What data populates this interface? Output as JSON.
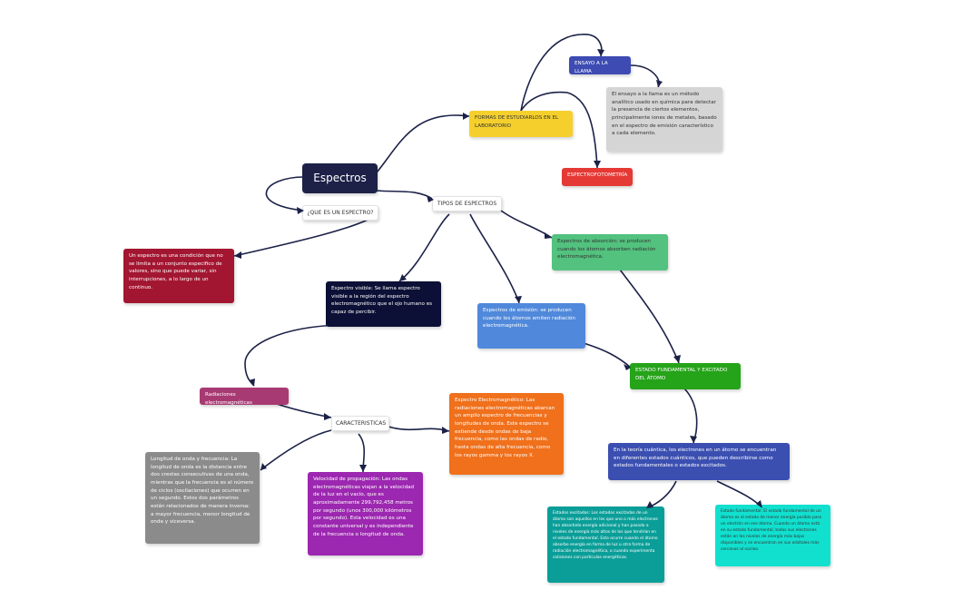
{
  "colors": {
    "title": "#1d2148",
    "estudiarlos": "#f5d02d",
    "llama": "#3d4bb3",
    "llama_desc": "#d5d5d5",
    "espectrofotometria": "#e53935",
    "espectro_def": "#a31631",
    "visible": "#0c1036",
    "absorcion": "#52c27e",
    "emision": "#5089db",
    "estado": "#25a319",
    "estado_desc": "#3b4fb1",
    "excitado": "#0b9e98",
    "fundamental": "#11e0cf",
    "radiaciones": "#a83a73",
    "electromagnetico": "#f0701b",
    "longitud": "#8b8b8b",
    "velocidad": "#9c27b0",
    "connector": "#1b2147"
  },
  "nodes": {
    "title": "Espectros",
    "que_es": "¿QUE ES UN ESPECTRO?",
    "espectro_def": "Un espectro es una condición que no se limita a un conjunto especifico de valores, sino que puede variar, sin interrupciones, a lo largo de un continuo.",
    "tipos": "TIPOS DE ESPECTROS",
    "estudiarlos": "FORMAS DE ESTUDIARLOS EN EL LABORATORIO",
    "llama": "ENSAYO A LA LLAMA",
    "llama_desc": "El ensayo a la llama es un método analítico usado en química para detectar la presencia de ciertos elementos, principalmente iones de metales, basado en el espectro de emisión característico a cada elemento.",
    "espectrofotometria": "ESPECTROFOTOMETRÍA",
    "visible": "Espectro visible: Se llama espectro visible a la región del espectro electromagnético que el ojo humano es capaz de percibir.",
    "absorcion": "Espectros de absorción: se producen cuando los átomos absorben radiación electromagnética.",
    "emision": "Espectros de emisión: se producen cuando los átomos emiten radiación electromagnética.",
    "estado": "ESTADO FUNDAMENTAL Y EXCITADO DEL ÁTOMO",
    "estado_desc": "En la teoría cuántica, los electrones en un átomo se encuentran en diferentes estados cuánticos, que pueden describirse como estados fundamentales o estados excitados.",
    "excitado": "Estados excitados: Los estados excitados de un átomo son aquellos en los que uno o más electrones han absorbido energía adicional y han pasado a niveles de energía más altos de los que tendrían en el estado fundamental. Esto ocurre cuando el átomo absorbe energía en forma de luz u otra forma de radiación electromagnética, o cuando experimenta colisiones con partículas energéticas.",
    "fundamental": "Estado fundamental: El estado fundamental de un átomo es el estado de menor energía posible para un electrón en ese átomo. Cuando un átomo está en su estado fundamental, todos sus electrones están en los niveles de energía más bajos disponibles y se encuentran en sus orbitales más cercanos al núcleo.",
    "radiaciones": "Radiaciones electromagnéticas",
    "caracteristicas": "CARACTERISTICAS",
    "electromagnetico": "Espectro Electromagnético: Las radiaciones electromagnéticas abarcan un amplio espectro de frecuencias y longitudes de onda. Este espectro se extiende desde ondas de baja frecuencia, como las ondas de radio, hasta ondas de alta frecuencia, como los rayos gamma y los rayos X.",
    "longitud": "Longitud de onda y frecuencia: La longitud de onda es la distancia entre dos crestas consecutivas de una onda, mientras que la frecuencia es el número de ciclos (oscilaciones) que ocurren en un segundo. Estos dos parámetros están relacionados de manera inversa: a mayor frecuencia, menor longitud de onda y viceversa.",
    "velocidad": "Velocidad de propagación: Las ondas electromagnéticas viajan a la velocidad de la luz en el vacío, que es aproximadamente 299,792,458 metros por segundo (unos 300,000 kilómetros por segundo). Esta velocidad es una constante universal y es independiente de la frecuencia o longitud de onda."
  }
}
